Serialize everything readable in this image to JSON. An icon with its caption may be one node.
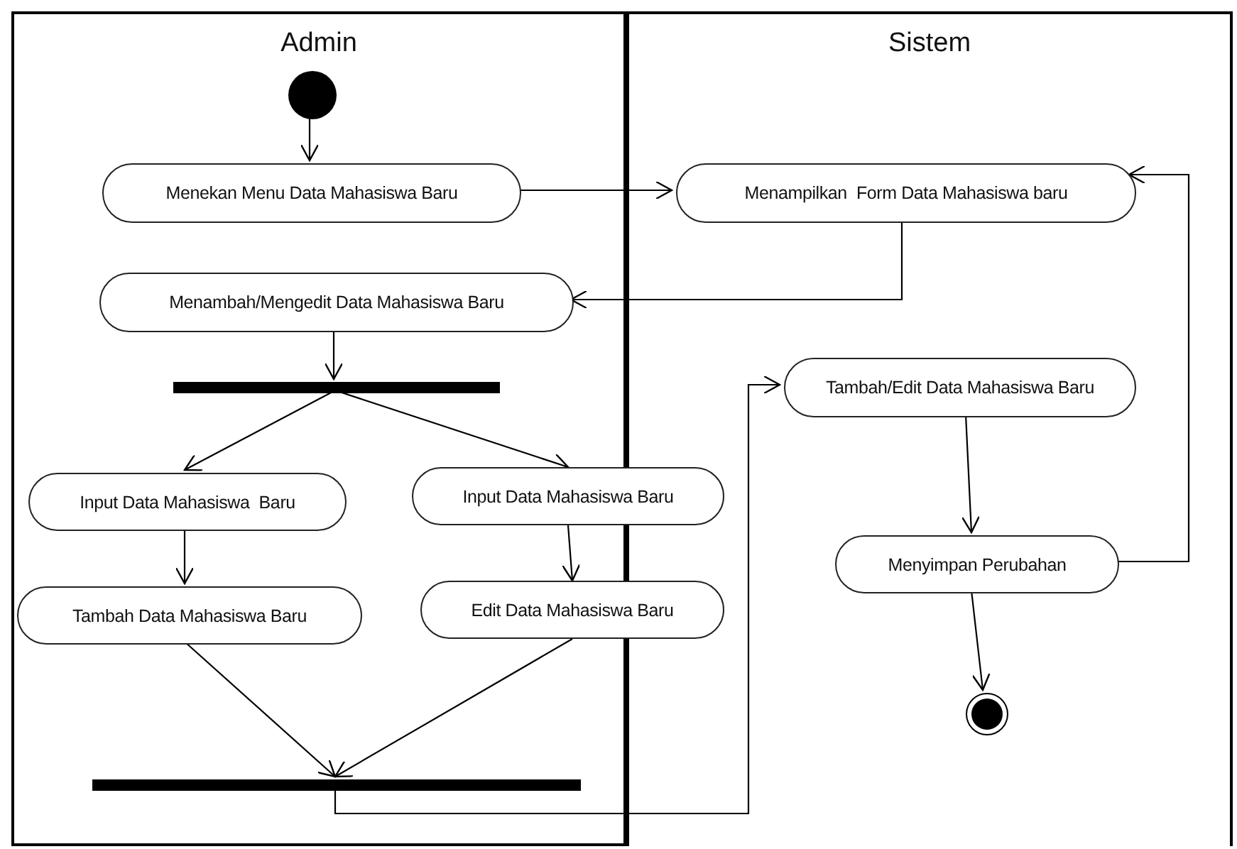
{
  "diagram": {
    "nodes": [
      {
        "text": [
          "Admin"
        ]
      },
      {
        "text": [
          "Sistem"
        ]
      },
      {
        "text": [],
        "shape": "circle",
        "in": 0
      },
      {
        "text": [
          "Menekan Menu Data Mahasiswa Baru"
        ],
        "in": 0
      },
      {
        "text": [
          "Menampilkan  Form Data Mahasiswa baru"
        ],
        "in": 1
      },
      {
        "text": [
          "Menambah/Mengedit Data Mahasiswa Baru"
        ],
        "in": 0
      },
      {
        "text": [],
        "shape": "bar",
        "in": 0
      },
      {
        "text": [
          "Input Data Mahasiswa  Baru"
        ],
        "in": 0
      },
      {
        "text": [
          "Input Data Mahasiswa Baru"
        ]
      },
      {
        "text": [
          "Tambah Data Mahasiswa Baru"
        ],
        "in": 0
      },
      {
        "text": [
          "Edit Data Mahasiswa Baru"
        ]
      },
      {
        "text": [],
        "shape": "bar",
        "in": 0
      },
      {
        "text": [
          "Tambah/Edit Data Mahasiswa Baru"
        ],
        "in": 1
      },
      {
        "text": [
          "Menyimpan Perubahan"
        ],
        "in": 1
      },
      {
        "text": [],
        "shape": "bullseye",
        "in": 1
      }
    ],
    "edges": [
      {
        "from": 2,
        "to": 3,
        "arrow": "to"
      },
      {
        "from": 3,
        "to": 4,
        "arrow": "to"
      },
      {
        "from": 4,
        "to": 5,
        "arrow": "to"
      },
      {
        "from": 5,
        "to": 6,
        "arrow": "to"
      },
      {
        "from": 6,
        "to": 7,
        "arrow": "to"
      },
      {
        "from": 6,
        "to": 8,
        "arrow": "to"
      },
      {
        "from": 7,
        "to": 9,
        "arrow": "to"
      },
      {
        "from": 8,
        "to": 10,
        "arrow": "to"
      },
      {
        "from": 9,
        "to": 11,
        "arrow": "to"
      },
      {
        "from": 10,
        "to": 11,
        "arrow": "to"
      },
      {
        "from": 11,
        "to": 12,
        "arrow": "to"
      },
      {
        "from": 12,
        "to": 13,
        "arrow": "to"
      },
      {
        "from": 13,
        "to": 4,
        "arrow": "to"
      },
      {
        "from": 13,
        "to": 14,
        "arrow": "to"
      }
    ]
  }
}
